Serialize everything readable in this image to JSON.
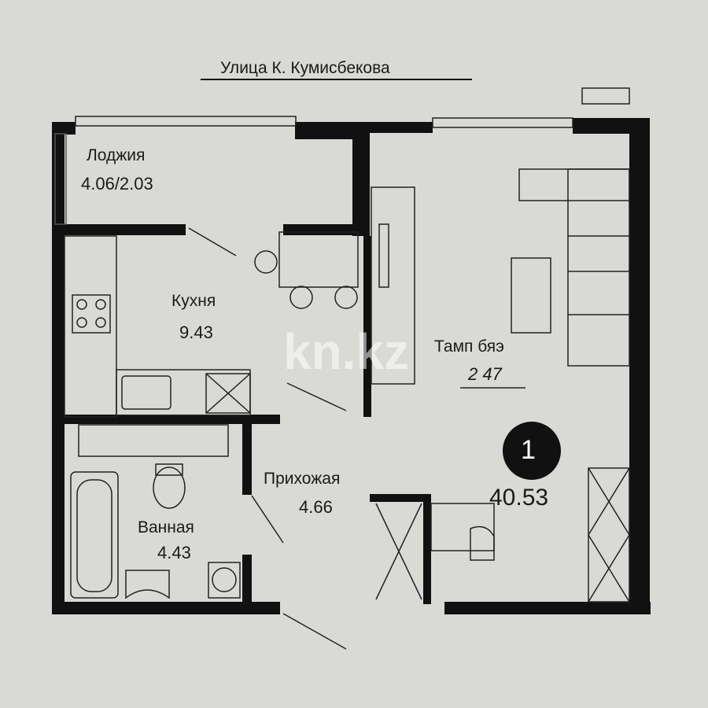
{
  "street": "Улица К. Кумисбекова",
  "rooms": [
    {
      "name": "Лоджия",
      "area": "4.06/2.03"
    },
    {
      "name": "Кухня",
      "area": "9.43"
    },
    {
      "name": "Тамп бяэ",
      "area": "2 47"
    },
    {
      "name": "Прихожая",
      "area": "4.66"
    },
    {
      "name": "Ванная",
      "area": "4.43"
    }
  ],
  "apartment": {
    "rooms_count": "1",
    "total_area": "40.53"
  },
  "watermark": "kn.kz",
  "colors": {
    "wall": "#111111",
    "paper": "#d9dad6"
  }
}
